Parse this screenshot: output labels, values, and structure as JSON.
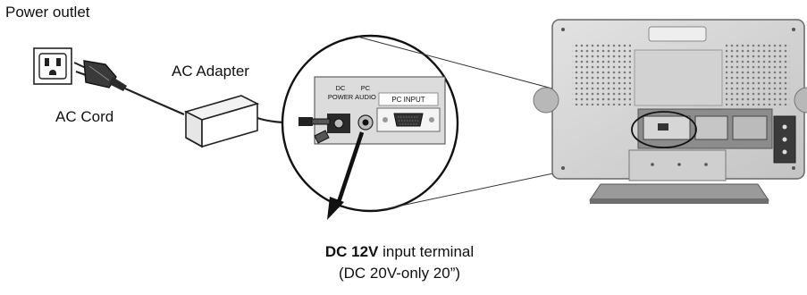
{
  "labels": {
    "power_outlet": "Power outlet",
    "ac_adapter": "AC Adapter",
    "ac_cord": "AC Cord"
  },
  "panel": {
    "dc_line1": "DC",
    "dc_line2": "POWER",
    "pc_line1": "PC",
    "pc_line2": "AUDIO",
    "pc_input": "PC INPUT"
  },
  "caption": {
    "bold": "DC 12V",
    "rest": " input terminal",
    "line2": "(DC 20V-only 20”)"
  }
}
